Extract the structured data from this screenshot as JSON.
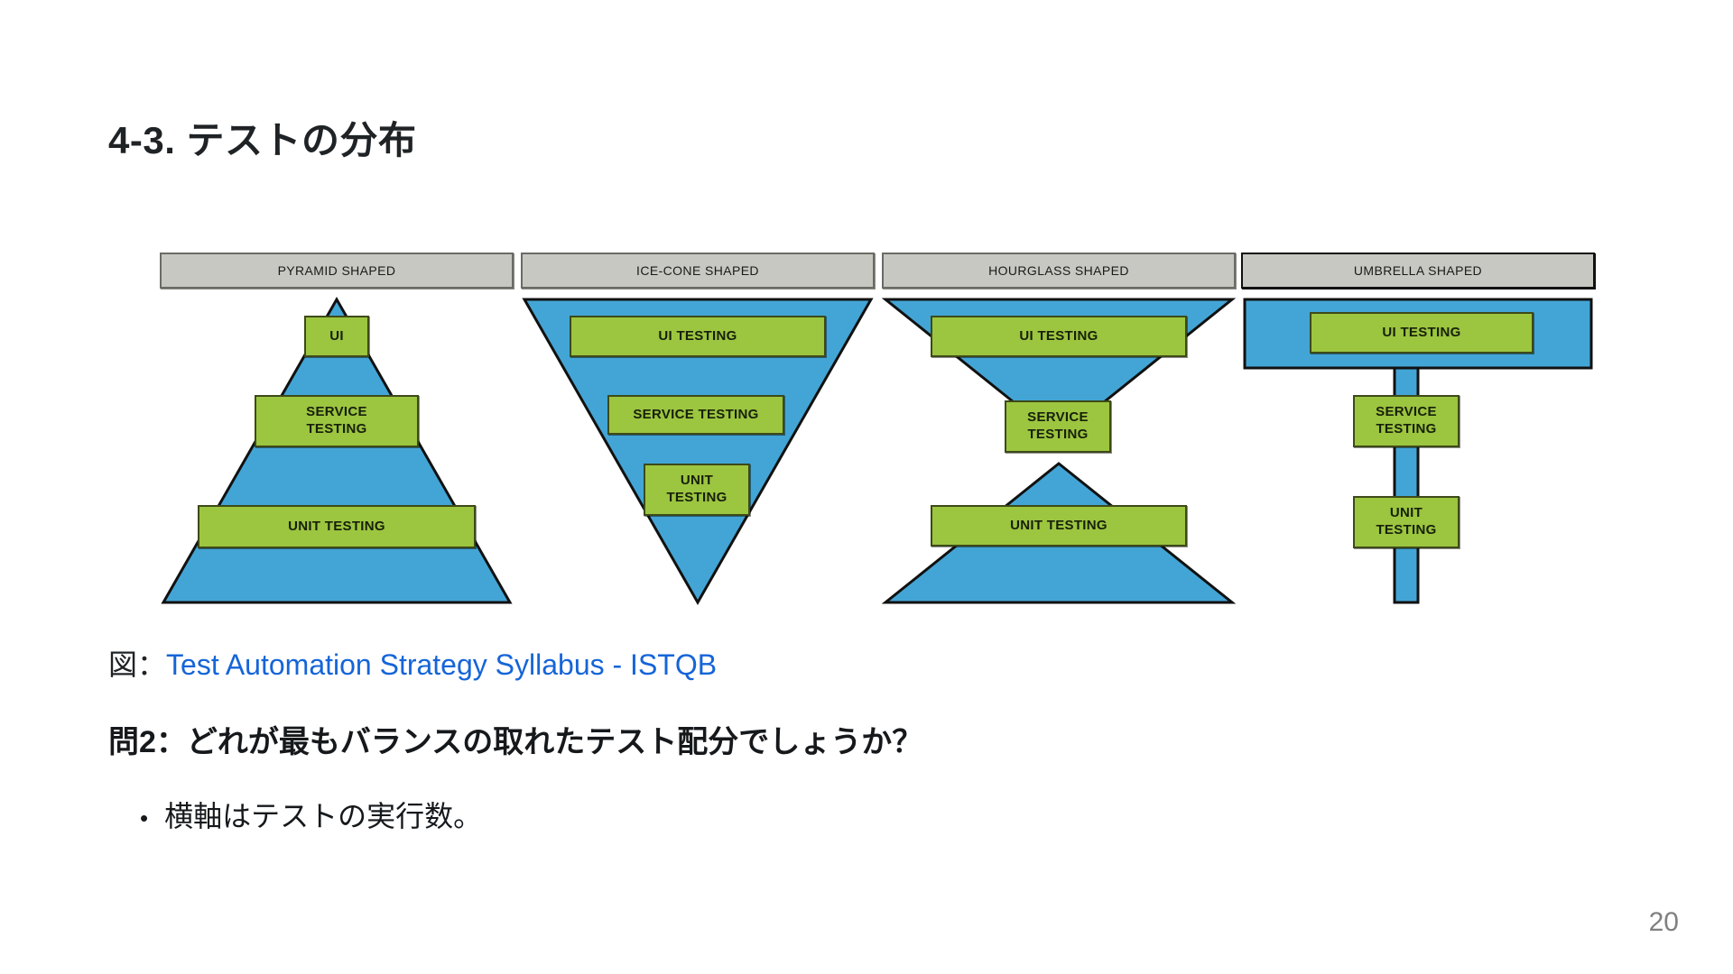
{
  "slide": {
    "title": "4-3. テストの分布",
    "page_number": "20",
    "caption_prefix": "図：",
    "caption_link": "Test Automation Strategy Syllabus - ISTQB",
    "question": "問2：どれが最もバランスの取れたテスト配分でしょうか？",
    "bullet_marker": "•",
    "bullet_text": "横軸はテストの実行数。"
  },
  "colors": {
    "shape_blue": "#43A5D5",
    "box_green": "#9CC540",
    "header_gray": "#C8C8C2",
    "link_blue": "#1565D8",
    "outline": "#111111",
    "page_number_gray": "#808080",
    "title_text": "#1F2326"
  },
  "diagram": {
    "type": "comparison-of-test-distribution-shapes",
    "columns": [
      {
        "id": "pyramid",
        "header": "PYRAMID SHAPED",
        "shape": "triangle-up",
        "layers": [
          {
            "label_lines": [
              "UI"
            ],
            "level": "ui",
            "relative_width": "very-narrow"
          },
          {
            "label_lines": [
              "SERVICE",
              "TESTING"
            ],
            "level": "service",
            "relative_width": "medium"
          },
          {
            "label_lines": [
              "UNIT TESTING"
            ],
            "level": "unit",
            "relative_width": "wide"
          }
        ]
      },
      {
        "id": "ice-cone",
        "header": "ICE-CONE SHAPED",
        "shape": "triangle-down",
        "layers": [
          {
            "label_lines": [
              "UI TESTING"
            ],
            "level": "ui",
            "relative_width": "wide"
          },
          {
            "label_lines": [
              "SERVICE TESTING"
            ],
            "level": "service",
            "relative_width": "medium"
          },
          {
            "label_lines": [
              "UNIT",
              "TESTING"
            ],
            "level": "unit",
            "relative_width": "narrow"
          }
        ]
      },
      {
        "id": "hourglass",
        "header": "HOURGLASS SHAPED",
        "shape": "hourglass",
        "layers": [
          {
            "label_lines": [
              "UI TESTING"
            ],
            "level": "ui",
            "relative_width": "wide"
          },
          {
            "label_lines": [
              "SERVICE",
              "TESTING"
            ],
            "level": "service",
            "relative_width": "narrow"
          },
          {
            "label_lines": [
              "UNIT TESTING"
            ],
            "level": "unit",
            "relative_width": "wide"
          }
        ]
      },
      {
        "id": "umbrella",
        "header": "UMBRELLA SHAPED",
        "shape": "umbrella",
        "layers": [
          {
            "label_lines": [
              "UI TESTING"
            ],
            "level": "ui",
            "relative_width": "wide"
          },
          {
            "label_lines": [
              "SERVICE",
              "TESTING"
            ],
            "level": "service",
            "relative_width": "narrow"
          },
          {
            "label_lines": [
              "UNIT",
              "TESTING"
            ],
            "level": "unit",
            "relative_width": "narrow"
          }
        ]
      }
    ]
  }
}
